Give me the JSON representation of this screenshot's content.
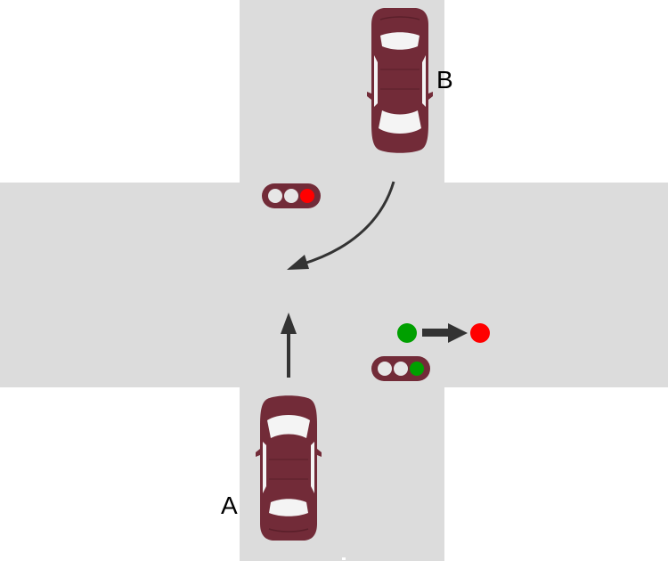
{
  "colors": {
    "road": "#dcdcdc",
    "background": "#ffffff",
    "car_body": "#722b38",
    "car_glass": "#f4f4f4",
    "light_housing": "#722b38",
    "light_off": "#e6e6e6",
    "light_red": "#ff0000",
    "light_green": "#00a000",
    "arrow": "#333333",
    "label": "#000000"
  },
  "vehicles": {
    "car_a": {
      "label": "A",
      "heading": "north"
    },
    "car_b": {
      "label": "B",
      "heading": "south"
    }
  },
  "traffic_lights": {
    "upper_light": {
      "active": "red"
    },
    "lower_light": {
      "active": "green"
    }
  },
  "signal_change_icons": [
    "green-circle-icon",
    "right-arrow-icon",
    "red-circle-icon"
  ]
}
